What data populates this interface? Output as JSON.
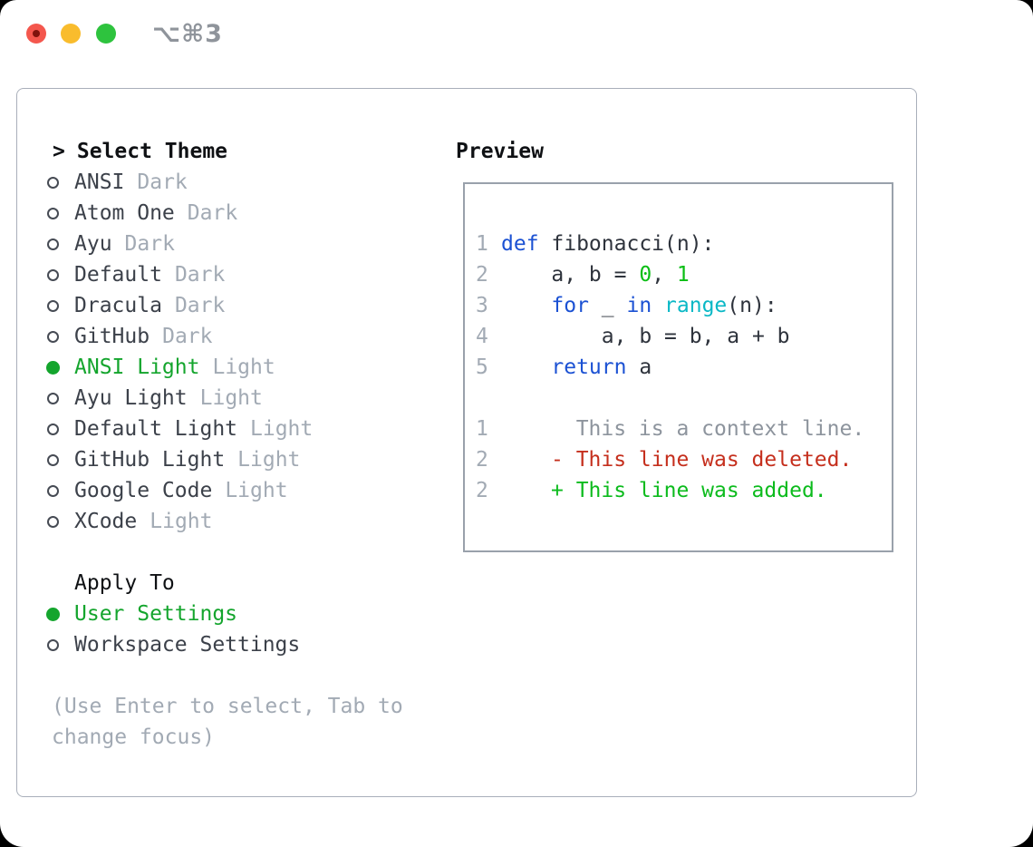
{
  "titlebar": {
    "shortcut": "⌥⌘3"
  },
  "left_pane": {
    "header_prefix": ">",
    "header": "Select Theme",
    "themes": [
      {
        "name": "ANSI",
        "variant": "Dark",
        "selected": false
      },
      {
        "name": "Atom One",
        "variant": "Dark",
        "selected": false
      },
      {
        "name": "Ayu",
        "variant": "Dark",
        "selected": false
      },
      {
        "name": "Default",
        "variant": "Dark",
        "selected": false
      },
      {
        "name": "Dracula",
        "variant": "Dark",
        "selected": false
      },
      {
        "name": "GitHub",
        "variant": "Dark",
        "selected": false
      },
      {
        "name": "ANSI Light",
        "variant": "Light",
        "selected": true
      },
      {
        "name": "Ayu Light",
        "variant": "Light",
        "selected": false
      },
      {
        "name": "Default Light",
        "variant": "Light",
        "selected": false
      },
      {
        "name": "GitHub Light",
        "variant": "Light",
        "selected": false
      },
      {
        "name": "Google Code",
        "variant": "Light",
        "selected": false
      },
      {
        "name": "XCode",
        "variant": "Light",
        "selected": false
      }
    ],
    "apply_to": {
      "label": "Apply To",
      "options": [
        {
          "name": "User Settings",
          "selected": true
        },
        {
          "name": "Workspace Settings",
          "selected": false
        }
      ]
    },
    "hint": "(Use Enter to select, Tab to change focus)"
  },
  "preview": {
    "title": "Preview",
    "code_lines": [
      {
        "num": "1",
        "tokens": [
          "def",
          " fibonacci(n):"
        ]
      },
      {
        "num": "2",
        "tokens": [
          "    a, b = ",
          "0",
          ", ",
          "1"
        ]
      },
      {
        "num": "3",
        "tokens": [
          "    ",
          "for",
          " _ ",
          "in",
          " ",
          "range",
          "(n):"
        ]
      },
      {
        "num": "4",
        "tokens": [
          "        a, b = b, a + b"
        ]
      },
      {
        "num": "5",
        "tokens": [
          "    ",
          "return",
          " a"
        ]
      }
    ],
    "diff_lines": [
      {
        "num": "1",
        "text": "  This is a context line."
      },
      {
        "num": "2",
        "text": "- This line was deleted."
      },
      {
        "num": "2",
        "text": "+ This line was added."
      }
    ]
  },
  "colors": {
    "selection_green": "#14a52d",
    "keyword_blue": "#1b51d3",
    "function_cyan": "#0ab8c6",
    "number_green": "#0abe14",
    "diff_red": "#c52f1d",
    "diff_green": "#0cbb1d",
    "muted_gray": "#a2aab4",
    "panel_border": "#a9afba",
    "preview_border": "#99a1ab",
    "traffic_red": "#f4574d",
    "traffic_yellow": "#f9bc2d",
    "traffic_green": "#2ec33e"
  }
}
